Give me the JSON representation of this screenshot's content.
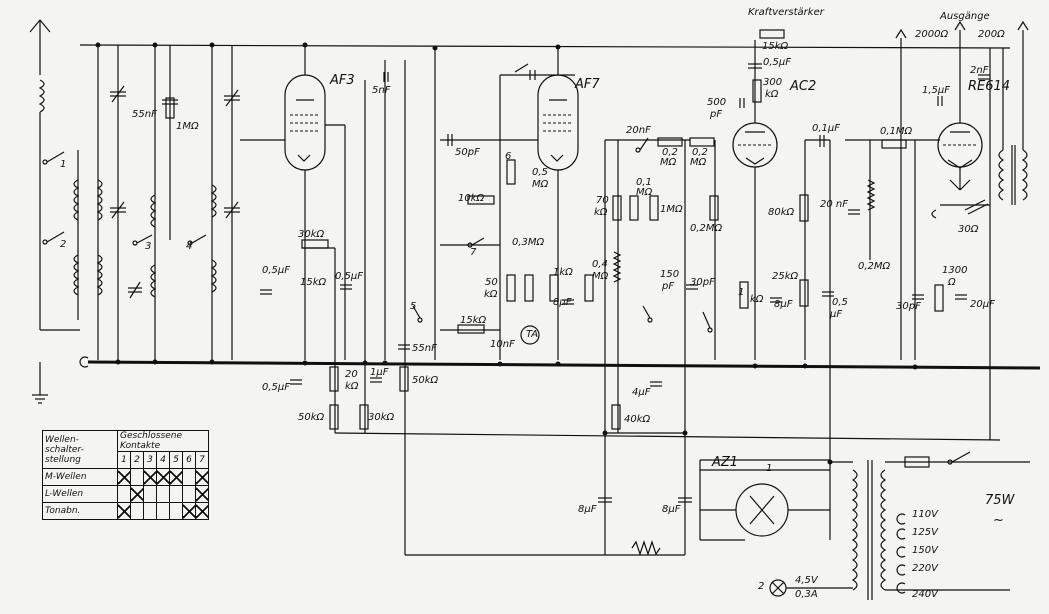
{
  "tubes": {
    "af3": "AF3",
    "af7": "AF7",
    "ac2": "AC2",
    "re614": "RE614",
    "az1": "AZ1"
  },
  "header": {
    "kraft": "Kraftverstärker",
    "ausgaenge": "Ausgänge",
    "out1": "2000Ω",
    "out2": "200Ω",
    "r_kraft": "15kΩ"
  },
  "labels": {
    "c55nf_a": "55nF",
    "r1m_a": "1MΩ",
    "c5nf": "5nF",
    "c50pf": "50pF",
    "c20nf_a": "20nF",
    "r02m_a": "0,2",
    "r02m_b": "MΩ",
    "r02m_c": "0,2",
    "r02m_d": "MΩ",
    "c500pf": "500",
    "pf": "pF",
    "r300k": "300",
    "kohm": "kΩ",
    "c05uf_top": "0,5μF",
    "c01uf": "0,1μF",
    "r01m": "0,1MΩ",
    "c15uf": "1,5μF",
    "c2nf": "2nF",
    "r30k_a": "30kΩ",
    "r10k": "10kΩ",
    "r03m": "0,3MΩ",
    "r05m": "0,5",
    "r05m_u": "MΩ",
    "r70k": "70",
    "r70k_u": "kΩ",
    "r01m_b": "0,1",
    "r01m_bu": "MΩ",
    "r1m_b": "1MΩ",
    "r02m_e": "0,2MΩ",
    "r80k": "80kΩ",
    "c20nf_b": "20 nF",
    "r02m_f": "0,2MΩ",
    "r30o": "30Ω",
    "c05uf_a": "0,5μF",
    "r15k": "15kΩ",
    "c05uf_b": "0,5μF",
    "r50k": "50",
    "r50k_u": "kΩ",
    "r15k_b": "15kΩ",
    "c10nf": "10nF",
    "ta": "TA",
    "r1k": "1kΩ",
    "c8uf_a": "8μF",
    "r04m": "0,4",
    "r04m_u": "MΩ",
    "c150": "150",
    "c150_u": "pF",
    "c30pf_a": "30pF",
    "r1k_b": "1",
    "r1k_bu": "kΩ",
    "c8uf_b": "8μF",
    "r25k": "25kΩ",
    "c05uf_c": "0,5",
    "c05uf_cu": "μF",
    "c30pf_b": "30pF",
    "r1300": "1300",
    "r1300_u": "Ω",
    "c20uf": "20μF",
    "c55nf_b": "55nF",
    "c05uf_d": "0,5μF",
    "r20k": "20",
    "r20k_u": "kΩ",
    "c1uf": "1μF",
    "r50k_b": "50kΩ",
    "r50k_c": "50kΩ",
    "r30k_b": "30kΩ",
    "c4uf": "4μF",
    "r40k": "40kΩ",
    "c8uf_c": "8μF",
    "c8uf_d": "8μF",
    "sw1": "1",
    "sw2": "2",
    "sw3": "3",
    "sw4": "4",
    "sw5": "5",
    "sw6": "6",
    "sw7": "7",
    "lamp2": "2",
    "az1_1": "1",
    "v110": "110V",
    "v125": "125V",
    "v150": "150V",
    "v220": "220V",
    "v240": "240V",
    "p75w": "75W",
    "ac": "~",
    "lamp_v": "4,5V",
    "lamp_a": "0,3A"
  },
  "table": {
    "head1": "Wellen-\nschalter-\nstellung",
    "head2": "Geschlossene Kontakte",
    "numbers": [
      "1",
      "2",
      "3",
      "4",
      "5",
      "6",
      "7"
    ],
    "rows": [
      {
        "name": "M-Wellen",
        "x": [
          true,
          false,
          true,
          true,
          true,
          false,
          true
        ]
      },
      {
        "name": "L-Wellen",
        "x": [
          false,
          true,
          false,
          false,
          false,
          false,
          true
        ]
      },
      {
        "name": "Tonabn.",
        "x": [
          true,
          false,
          false,
          false,
          false,
          true,
          true
        ]
      }
    ]
  }
}
